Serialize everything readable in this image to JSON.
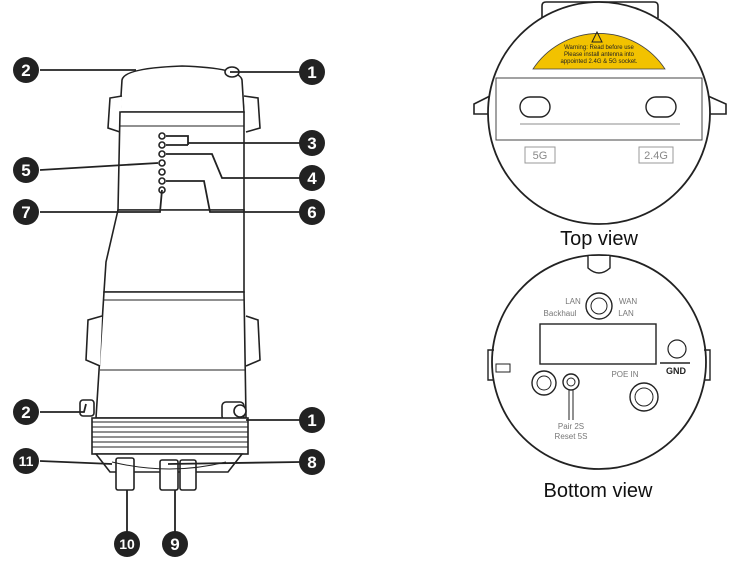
{
  "callouts": {
    "n1": "1",
    "n2": "2",
    "n3": "3",
    "n4": "4",
    "n5": "5",
    "n6": "6",
    "n7": "7",
    "n8": "8",
    "n9": "9",
    "n10": "10",
    "n11": "11"
  },
  "top_view": {
    "caption": "Top view",
    "warning_line1": "Warning: Read before use",
    "warning_line2": "Please install antenna into",
    "warning_line3": "appointed 2.4G & 5G socket.",
    "band_5g": "5G",
    "band_24g": "2.4G"
  },
  "bottom_view": {
    "caption": "Bottom view",
    "lan_backhaul_line1": "LAN",
    "lan_backhaul_line2": "Backhaul",
    "wan_lan_line1": "WAN",
    "wan_lan_line2": "LAN",
    "poe_in": "POE IN",
    "gnd": "GND",
    "pair": "Pair   2S",
    "reset": "Reset 5S"
  },
  "colors": {
    "callout_fill": "#222222",
    "warning_fill": "#f2c200",
    "line": "#222222"
  }
}
